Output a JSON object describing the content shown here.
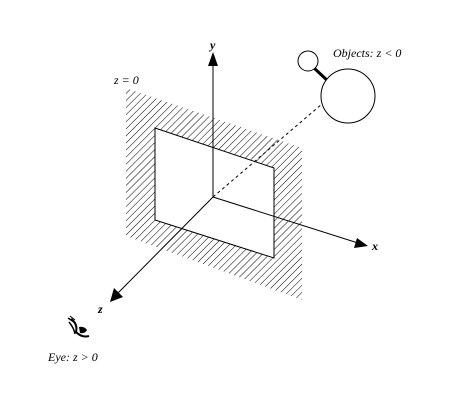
{
  "labels": {
    "y_axis": "y",
    "x_axis": "x",
    "z_axis": "z",
    "plane": "z = 0",
    "objects": "Objects: z < 0",
    "eye": "Eye: z > 0"
  },
  "icons": {
    "eye": "eye-icon",
    "objects": "molecule-objects-icon"
  },
  "colors": {
    "stroke": "#000000",
    "background": "#ffffff"
  }
}
